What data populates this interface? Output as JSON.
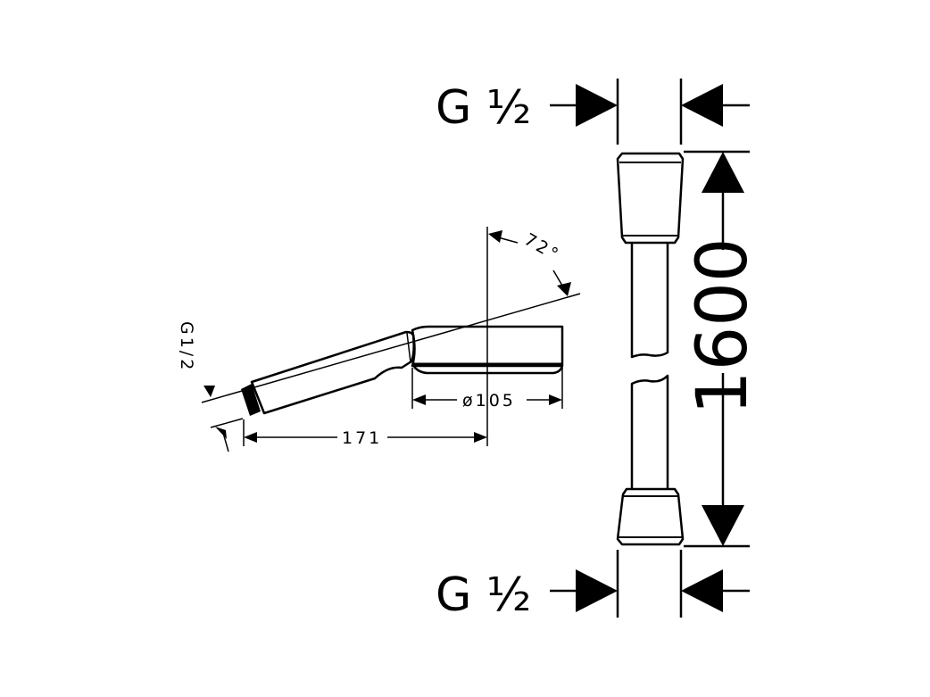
{
  "title": "Hand shower and shower hose dimension drawing",
  "hand_shower": {
    "thread_label": "G1/2",
    "angle_label": "72°",
    "head_diameter_label": "ø105",
    "length_label": "171"
  },
  "hose": {
    "top_thread_label": "G ½",
    "bottom_thread_label": "G ½",
    "length_label": "1600"
  }
}
